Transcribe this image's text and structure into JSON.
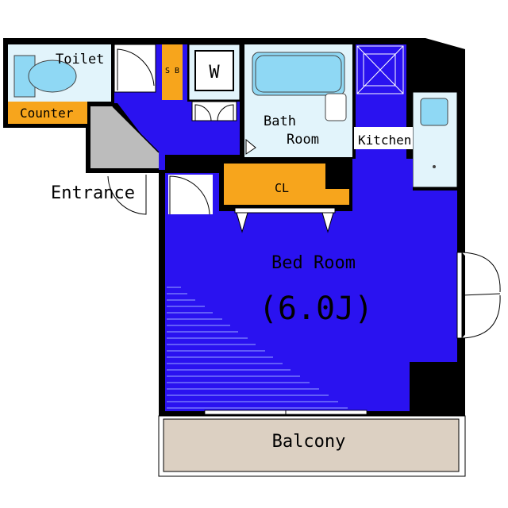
{
  "labels": {
    "toilet": "Toilet",
    "counter": "Counter",
    "sb": "S B",
    "washer": "W",
    "bath_line1": "Bath",
    "bath_line2": "Room",
    "kitchen": "Kitchen",
    "entrance": "Entrance",
    "closet": "CL",
    "bedroom": "Bed Room",
    "bedroom_size": "(6.0J)",
    "balcony": "Balcony"
  },
  "colors": {
    "floor_blue": "#2a12f0",
    "closet_orange": "#f7a51c",
    "wet_area_blue": "#e2f4fb",
    "fixture_cyan": "#8fd8f4",
    "balcony_beige": "#dcd0c2",
    "entrance_gray": "#bcbcbc",
    "wall_black": "#000000"
  }
}
